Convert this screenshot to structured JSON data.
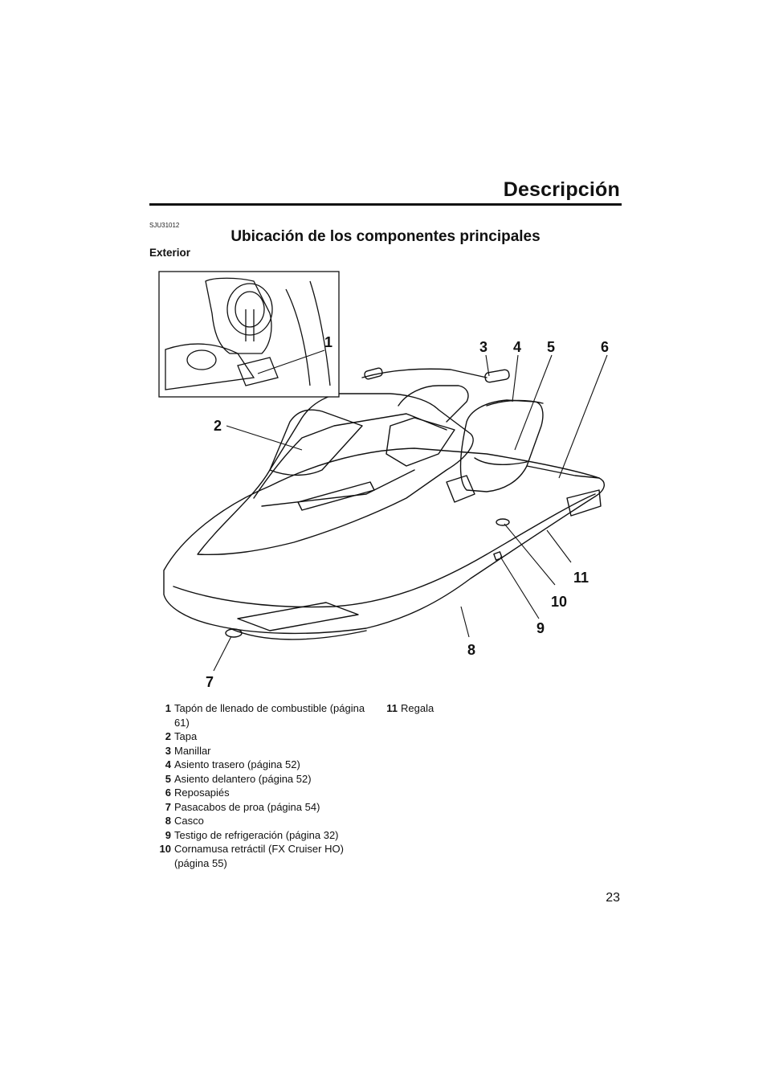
{
  "header": {
    "title": "Descripción"
  },
  "section": {
    "ref_code": "SJU31012",
    "title": "Ubicación de los componentes principales",
    "subheading": "Exterior"
  },
  "figure": {
    "callouts": [
      "1",
      "2",
      "3",
      "4",
      "5",
      "6",
      "7",
      "8",
      "9",
      "10",
      "11"
    ]
  },
  "legend": {
    "col1": [
      {
        "num": "1",
        "text": "Tapón de llenado de combustible (página 61)"
      },
      {
        "num": "2",
        "text": "Tapa"
      },
      {
        "num": "3",
        "text": "Manillar"
      },
      {
        "num": "4",
        "text": "Asiento trasero (página 52)"
      },
      {
        "num": "5",
        "text": "Asiento delantero (página 52)"
      },
      {
        "num": "6",
        "text": "Reposapiés"
      },
      {
        "num": "7",
        "text": "Pasacabos de proa (página 54)"
      },
      {
        "num": "8",
        "text": "Casco"
      },
      {
        "num": "9",
        "text": "Testigo de refrigeración (página 32)"
      },
      {
        "num": "10",
        "text": "Cornamusa retráctil (FX Cruiser HO) (página 55)"
      }
    ],
    "col2": [
      {
        "num": "11",
        "text": "Regala"
      }
    ]
  },
  "footer": {
    "page_number": "23"
  }
}
